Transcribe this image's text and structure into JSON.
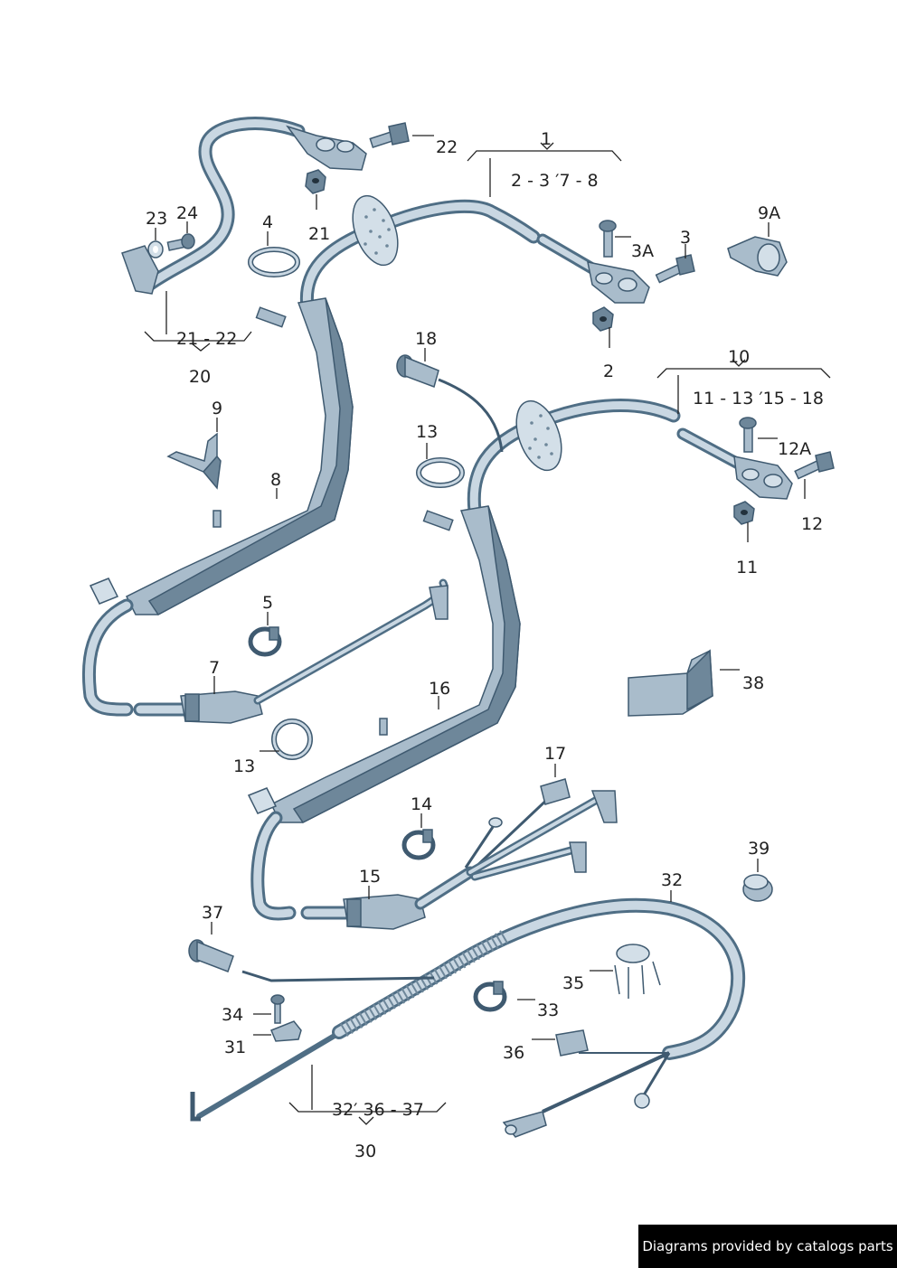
{
  "callouts": [
    {
      "id": "c1",
      "text": "1"
    },
    {
      "id": "c1-range",
      "text": "2 - 3  ′7 - 8"
    },
    {
      "id": "c2",
      "text": "2"
    },
    {
      "id": "c3",
      "text": "3"
    },
    {
      "id": "c3A",
      "text": "3A"
    },
    {
      "id": "c4",
      "text": "4"
    },
    {
      "id": "c5",
      "text": "5"
    },
    {
      "id": "c7",
      "text": "7"
    },
    {
      "id": "c8",
      "text": "8"
    },
    {
      "id": "c9",
      "text": "9"
    },
    {
      "id": "c9A",
      "text": "9A"
    },
    {
      "id": "c10",
      "text": "10"
    },
    {
      "id": "c10-range",
      "text": "11 - 13  ′15 - 18"
    },
    {
      "id": "c11",
      "text": "11"
    },
    {
      "id": "c12",
      "text": "12"
    },
    {
      "id": "c12A",
      "text": "12A"
    },
    {
      "id": "c13a",
      "text": "13"
    },
    {
      "id": "c13b",
      "text": "13"
    },
    {
      "id": "c14",
      "text": "14"
    },
    {
      "id": "c15",
      "text": "15"
    },
    {
      "id": "c16",
      "text": "16"
    },
    {
      "id": "c17",
      "text": "17"
    },
    {
      "id": "c18",
      "text": "18"
    },
    {
      "id": "c20",
      "text": "20"
    },
    {
      "id": "c20-range",
      "text": "21 - 22"
    },
    {
      "id": "c21",
      "text": "21"
    },
    {
      "id": "c22",
      "text": "22"
    },
    {
      "id": "c23",
      "text": "23"
    },
    {
      "id": "c24",
      "text": "24"
    },
    {
      "id": "c30",
      "text": "30"
    },
    {
      "id": "c30-range",
      "text": "32′ 36 - 37"
    },
    {
      "id": "c31",
      "text": "31"
    },
    {
      "id": "c32",
      "text": "32"
    },
    {
      "id": "c33",
      "text": "33"
    },
    {
      "id": "c34",
      "text": "34"
    },
    {
      "id": "c35",
      "text": "35"
    },
    {
      "id": "c36",
      "text": "36"
    },
    {
      "id": "c37",
      "text": "37"
    },
    {
      "id": "c38",
      "text": "38"
    },
    {
      "id": "c39",
      "text": "39"
    }
  ],
  "footer": {
    "text": "Diagrams provided by catalogs parts"
  }
}
